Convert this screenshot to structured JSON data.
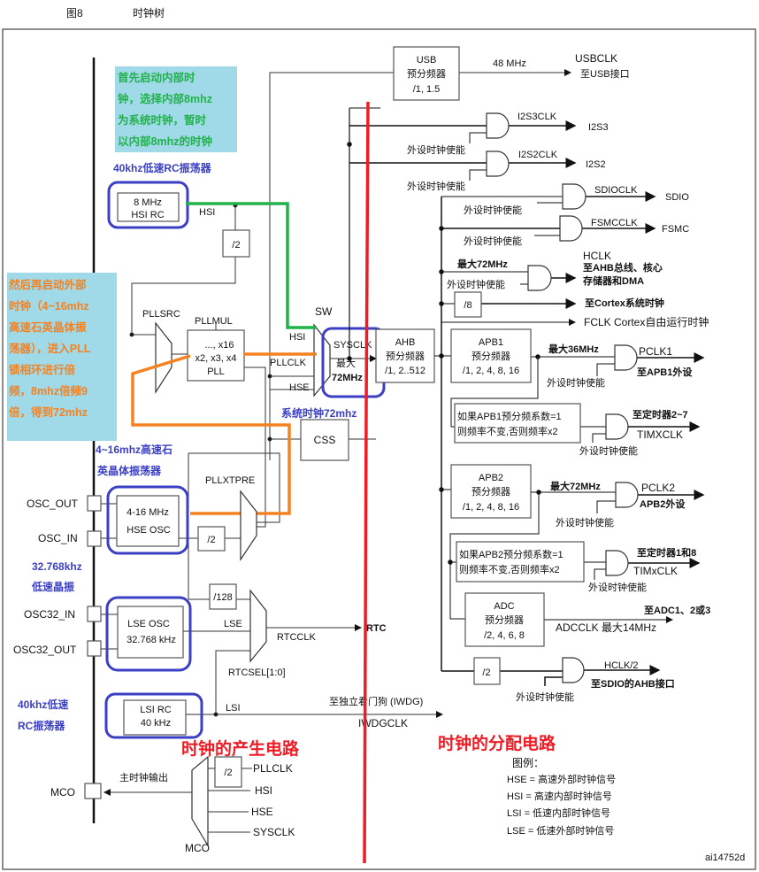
{
  "header": {
    "figure": "图8",
    "title": "时钟树"
  },
  "colors": {
    "note_bg": "#a0d9e8",
    "green_path": "#22b24c",
    "orange_path": "#f58220",
    "highlight_blue": "#3a3fc4",
    "divider_red": "#ee1c25"
  },
  "notes": {
    "hsi_note": [
      "首先启动内部时",
      "钟，选择内部8mhz",
      "为系统时钟，暂时",
      "以内部8mhz的时钟"
    ],
    "pll_note": [
      "然后再启动外部",
      "时钟（4~16mhz",
      "高速石英晶体振",
      "荡器），进入PLL",
      "锁相环进行倍",
      "频，8mhz倍频9",
      "倍，得到72mhz"
    ],
    "hsi_label": "40khz低速RC振荡器",
    "hse_label": [
      "4~16mhz高速石",
      "英晶体振荡器"
    ],
    "lse_label": [
      "32.768khz",
      "低速晶振"
    ],
    "lsi_label": [
      "40khz低速",
      "RC振荡器"
    ],
    "sysclk_label": "系统时钟72mhz",
    "gen_circuit": "时钟的产生电路",
    "dist_circuit": "时钟的分配电路"
  },
  "sources": {
    "hsi": [
      "8 MHz",
      "HSI RC"
    ],
    "hse": [
      "4-16 MHz",
      "HSE OSC"
    ],
    "lse": [
      "LSE OSC",
      "32.768 kHz"
    ],
    "lsi": [
      "LSI RC",
      "40 kHz"
    ]
  },
  "pins": {
    "osc_out": "OSC_OUT",
    "osc_in": "OSC_IN",
    "osc32_in": "OSC32_IN",
    "osc32_out": "OSC32_OUT",
    "mco": "MCO"
  },
  "pll": {
    "pllsrc": "PLLSRC",
    "pllmul": "PLLMUL",
    "mul_lines": [
      "..., x16",
      "x2, x3, x4",
      "PLL"
    ],
    "pllxtpre": "PLLXTPRE",
    "div2": "/2"
  },
  "sw": {
    "label": "SW",
    "hsi": "HSI",
    "pllclk": "PLLCLK",
    "hse": "HSE",
    "sysclk": "SYSCLK",
    "max": "最大",
    "max_val": "72MHz",
    "css": "CSS",
    "hsi_wire": "HSI"
  },
  "usb": {
    "lines": [
      "USB",
      "预分频器",
      "/1, 1.5"
    ],
    "freq": "48 MHz",
    "clk": "USBCLK",
    "dest": "至USB接口"
  },
  "ahb": {
    "lines": [
      "AHB",
      "预分频器",
      "/1, 2..512"
    ]
  },
  "enable": "外设时钟使能",
  "outputs": {
    "i2s3clk": "I2S3CLK",
    "i2s3": "I2S3",
    "i2s2clk": "I2S2CLK",
    "i2s2": "I2S2",
    "sdioclk": "SDIOCLK",
    "sdio": "SDIO",
    "fsmcclk": "FSMCCLK",
    "fsmc": "FSMC",
    "hclk_max": "最大72MHz",
    "hclk": "HCLK",
    "hclk_dest1": "至AHB总线、核心",
    "hclk_dest2": "存储器和DMA",
    "div8": "/8",
    "cortex": "至Cortex系统时钟",
    "fclk": "FCLK Cortex自由运行时钟"
  },
  "apb1": {
    "lines": [
      "APB1",
      "预分频器",
      "/1, 2, 4, 8, 16"
    ],
    "max": "最大36MHz",
    "pclk": "PCLK1",
    "dest": "至APB1外设",
    "timer_lines": [
      "如果APB1预分频系数=1",
      "则频率不变,否则频率x2"
    ],
    "timer_dest": "至定时器2~7",
    "timer_clk": "TIMXCLK"
  },
  "apb2": {
    "lines": [
      "APB2",
      "预分频器",
      "/1, 2, 4, 8, 16"
    ],
    "max": "最大72MHz",
    "pclk": "PCLK2",
    "dest": "APB2外设",
    "timer_lines": [
      "如果APB2预分频系数=1",
      "则频率不变,否则频率x2"
    ],
    "timer_dest": "至定时器1和8",
    "timer_clk": "TIMxCLK"
  },
  "adc": {
    "lines": [
      "ADC",
      "预分频器",
      "/2, 4, 6, 8"
    ],
    "dest": "至ADC1、2或3",
    "clk": "ADCCLK  最大14MHz"
  },
  "sdio_ahb": {
    "div": "/2",
    "clk": "HCLK/2",
    "dest": "至SDIO的AHB接口"
  },
  "rtc": {
    "div128": "/128",
    "lse": "LSE",
    "rtcclk": "RTCCLK",
    "rtc": "RTC",
    "rtcsel": "RTCSEL[1:0]",
    "lsi": "LSI",
    "iwdg": "至独立看门狗  (IWDG)",
    "iwdgclk": "IWDGCLK"
  },
  "mco": {
    "label": "主时钟输出",
    "div2": "/2",
    "inputs": [
      "PLLCLK",
      "HSI",
      "HSE",
      "SYSCLK"
    ],
    "mux": "MCO"
  },
  "legend": {
    "title": "图例：",
    "items": [
      "HSE = 高速外部时钟信号",
      "HSI = 高速内部时钟信号",
      "LSI = 低速内部时钟信号",
      "LSE = 低速外部时钟信号"
    ]
  },
  "figure_id": "ai14752d"
}
